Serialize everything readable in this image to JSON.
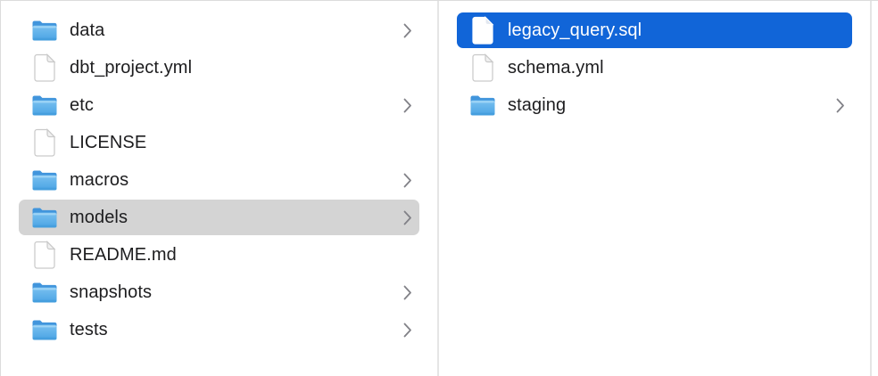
{
  "window": {
    "app": "Finder column view"
  },
  "colors": {
    "background": "#ffffff",
    "window_border": "#dcdcdc",
    "divider": "#e5e5e5",
    "selection_blue": "#1165d8",
    "selection_gray": "#d4d4d4",
    "text": "#1d1d1f",
    "selected_text": "#ffffff",
    "chevron": "#818187",
    "folder_tab": "#4195dc",
    "folder_body_top": "#79c1f0",
    "folder_body_bottom": "#4aa3e4"
  },
  "columns": [
    {
      "name": "parent-folder-column",
      "items": [
        {
          "label": "data",
          "icon": "folder",
          "chevron": true,
          "selected": null
        },
        {
          "label": "dbt_project.yml",
          "icon": "file",
          "chevron": false,
          "selected": null
        },
        {
          "label": "etc",
          "icon": "folder",
          "chevron": true,
          "selected": null
        },
        {
          "label": "LICENSE",
          "icon": "file",
          "chevron": false,
          "selected": null
        },
        {
          "label": "macros",
          "icon": "folder",
          "chevron": true,
          "selected": null
        },
        {
          "label": "models",
          "icon": "folder",
          "chevron": true,
          "selected": "gray"
        },
        {
          "label": "README.md",
          "icon": "file",
          "chevron": false,
          "selected": null
        },
        {
          "label": "snapshots",
          "icon": "folder",
          "chevron": true,
          "selected": null
        },
        {
          "label": "tests",
          "icon": "folder",
          "chevron": true,
          "selected": null
        }
      ]
    },
    {
      "name": "models-folder-column",
      "items": [
        {
          "label": "legacy_query.sql",
          "icon": "file",
          "chevron": false,
          "selected": "blue"
        },
        {
          "label": "schema.yml",
          "icon": "file",
          "chevron": false,
          "selected": null
        },
        {
          "label": "staging",
          "icon": "folder",
          "chevron": true,
          "selected": null
        }
      ]
    }
  ]
}
